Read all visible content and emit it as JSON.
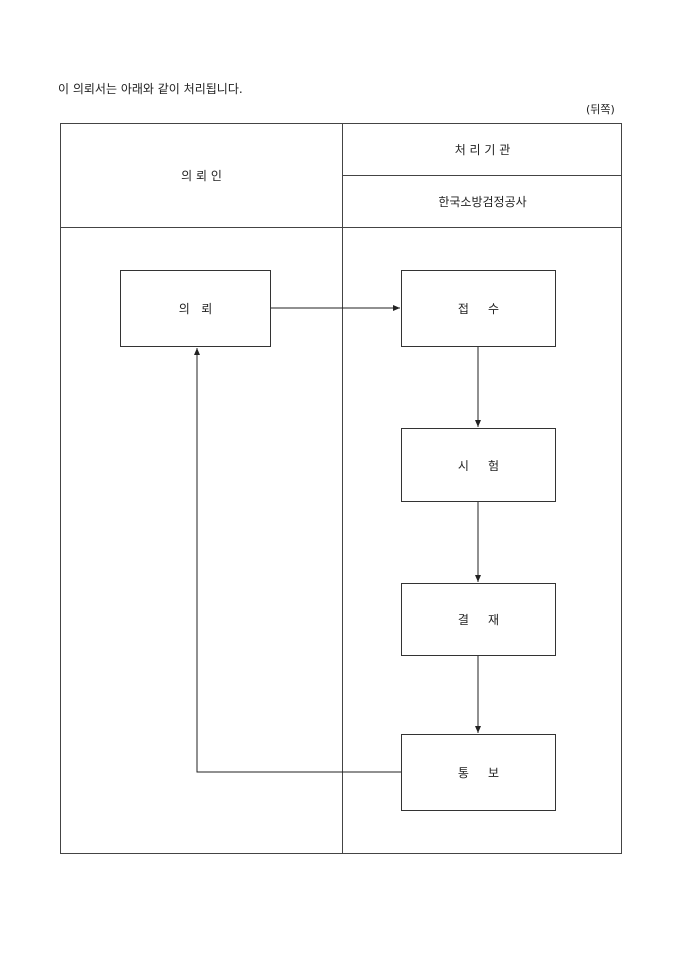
{
  "intro_text": "이 의뢰서는 아래와 같이 처리됩니다.",
  "side_label": "(뒤쪽)",
  "header": {
    "requester": "의 뢰 인",
    "processing_agency": "처 리 기 관",
    "agency_name": "한국소방검정공사"
  },
  "flow": {
    "request": "의   뢰",
    "receipt": "접     수",
    "test": "시     험",
    "approval": "결     재",
    "notify": "통     보"
  }
}
